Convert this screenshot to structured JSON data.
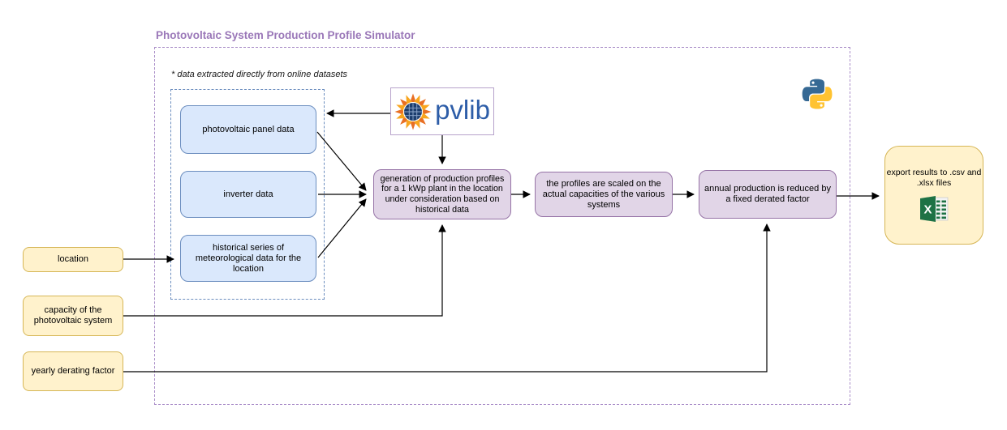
{
  "title": "Photovoltaic System Production Profile Simulator",
  "dataset_note": "* data extracted directly from online datasets",
  "datasets": {
    "panel": "photovoltaic panel data",
    "inverter": "inverter data",
    "historical": "historical series of meteorological data for the location"
  },
  "process": {
    "generation": "generation of production profiles for a 1 kWp plant in the location under consideration based on historical data",
    "scaling": "the profiles are scaled on the actual capacities of the various systems",
    "derating": "annual production is reduced by a fixed derated factor"
  },
  "inputs": {
    "location": "location",
    "capacity": "capacity of the photovoltaic system",
    "yearly_derating": "yearly derating factor"
  },
  "output": {
    "export": "export results to .csv and .xlsx files"
  },
  "logos": {
    "pvlib_text": "pvlib",
    "python_icon": "python-logo",
    "excel_icon": "excel-logo",
    "sun_icon": "pvlib-sunburst"
  },
  "colors": {
    "title_purple": "#9a77b8",
    "outer_frame_dash": "#ab8fc9",
    "blue_fill": "#dae8fc",
    "blue_stroke": "#6c8ebf",
    "purple_fill": "#e1d5e7",
    "purple_stroke": "#9673a6",
    "yellow_fill": "#fff2cc",
    "yellow_stroke": "#d6b656",
    "pvlib_blue": "#2d5da8",
    "excel_green": "#1e7245",
    "python_blue": "#366994",
    "python_yellow": "#ffc331",
    "connector_black": "#000000"
  }
}
